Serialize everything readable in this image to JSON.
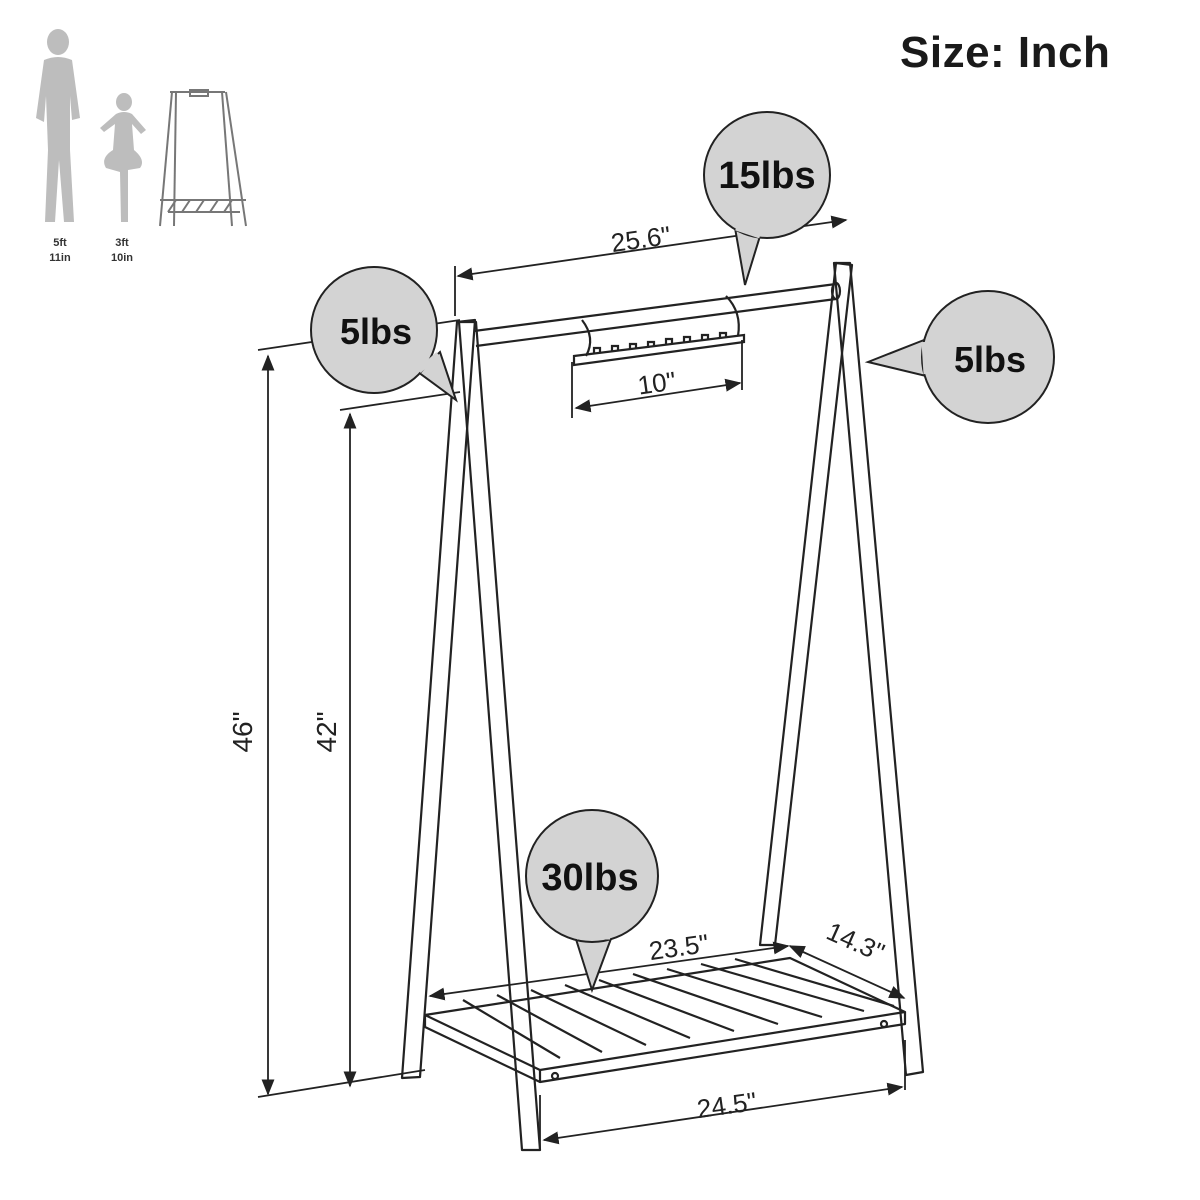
{
  "header": {
    "title": "Size:  Inch"
  },
  "scale_reference": {
    "adult": {
      "line1": "5ft",
      "line2": "11in"
    },
    "child": {
      "line1": "3ft",
      "line2": "10in"
    }
  },
  "dimensions": {
    "top_width": "25.6\"",
    "hanger_width": "10\"",
    "total_height": "46\"",
    "rod_height": "42\"",
    "shelf_width_back": "23.5\"",
    "shelf_depth": "14.3\"",
    "shelf_width_front": "24.5\""
  },
  "load_badges": {
    "rod_center": "15lbs",
    "left_post": "5lbs",
    "right_post": "5lbs",
    "shelf": "30lbs"
  },
  "colors": {
    "badge_fill": "#d3d3d3",
    "badge_stroke": "#222222",
    "line": "#222222",
    "silhouette": "#bdbdbd"
  }
}
